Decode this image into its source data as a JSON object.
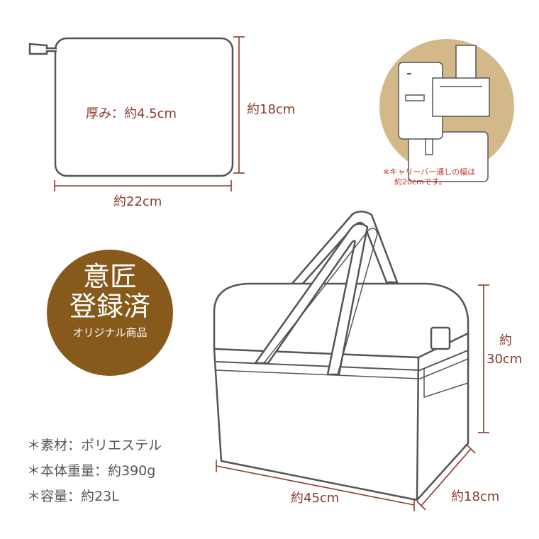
{
  "pouch": {
    "thickness": "厚み：約4.5cm",
    "height": "約18cm",
    "width": "約22cm"
  },
  "carry_note": {
    "line1": "※キャリーバー通しの幅は",
    "line2": "約20cmです。"
  },
  "badge": {
    "line1": "意匠",
    "line2": "登録済",
    "line3": "オリジナル商品"
  },
  "bag": {
    "height_line1": "約",
    "height_line2": "30cm",
    "width": "約45cm",
    "depth": "約18cm"
  },
  "specs": {
    "material": "＊素材：ポリエステル",
    "weight": "＊本体重量：約390g",
    "capacity": "＊容量：約23L"
  },
  "colors": {
    "dimension": "#8a3a2c",
    "outline": "#555555",
    "badge": "#875a1c",
    "photo_bg": "#d3b98a",
    "note": "#c0392b"
  }
}
